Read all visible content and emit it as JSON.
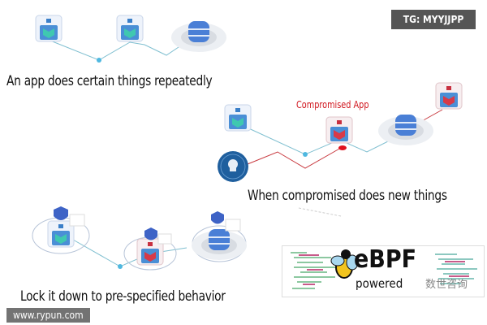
{
  "watermark_badge": "TG: MYYJJPP",
  "watermark_site": "www.rypun.com",
  "captions": {
    "normal": "An app does certain things repeatedly",
    "compromised_label": "Compromised App",
    "compromised": "When compromised does new things",
    "locked": "Lock it down to pre-specified behavior"
  },
  "ebpf": {
    "logo": "eBPF",
    "subtitle": "powered",
    "wechat_source": "数世咨询"
  },
  "colors": {
    "normal_link": "#7fbfd0",
    "compromised_link": "#c8393f",
    "accent_red": "#d0141c",
    "node_teal": "#3fb8b0",
    "db_blue": "#4a7fd6"
  },
  "icons": [
    "app-cube-icon",
    "database-icon",
    "skull-globe-icon",
    "shield-icon",
    "bee-icon"
  ]
}
